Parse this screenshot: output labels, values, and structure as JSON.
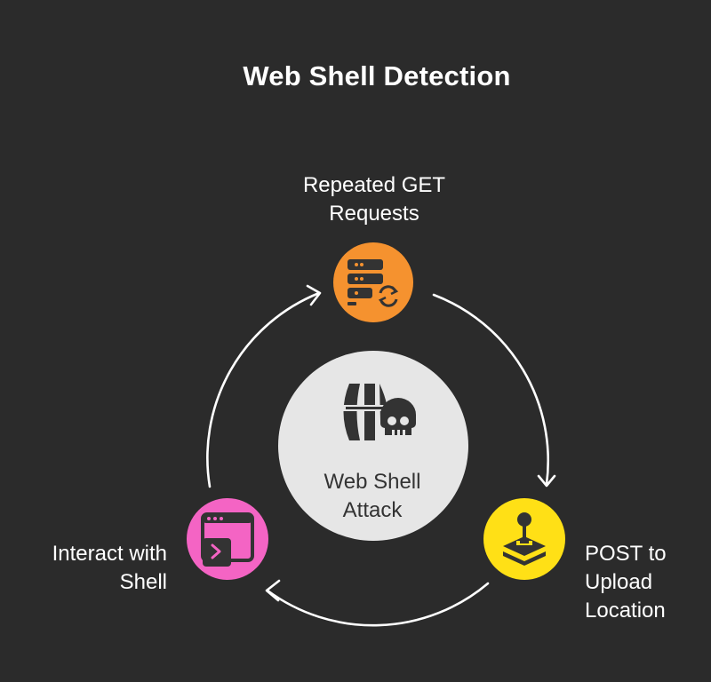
{
  "title": "Web Shell Detection",
  "center": {
    "line1": "Web Shell",
    "line2": "Attack",
    "icon": "barrel-skull-icon"
  },
  "nodes": [
    {
      "id": "get",
      "line1": "Repeated GET",
      "line2": "Requests",
      "icon": "server-refresh-icon",
      "color": "#f5922f"
    },
    {
      "id": "post",
      "line1": "POST to",
      "line2": "Upload",
      "line3": "Location",
      "icon": "joystick-layers-icon",
      "color": "#ffe016"
    },
    {
      "id": "interact",
      "line1": "Interact with",
      "line2": "Shell",
      "icon": "terminal-window-icon",
      "color": "#f464c4"
    }
  ],
  "colors": {
    "background": "#2b2b2b",
    "center_circle": "#e6e6e6",
    "arrows": "#ffffff"
  }
}
